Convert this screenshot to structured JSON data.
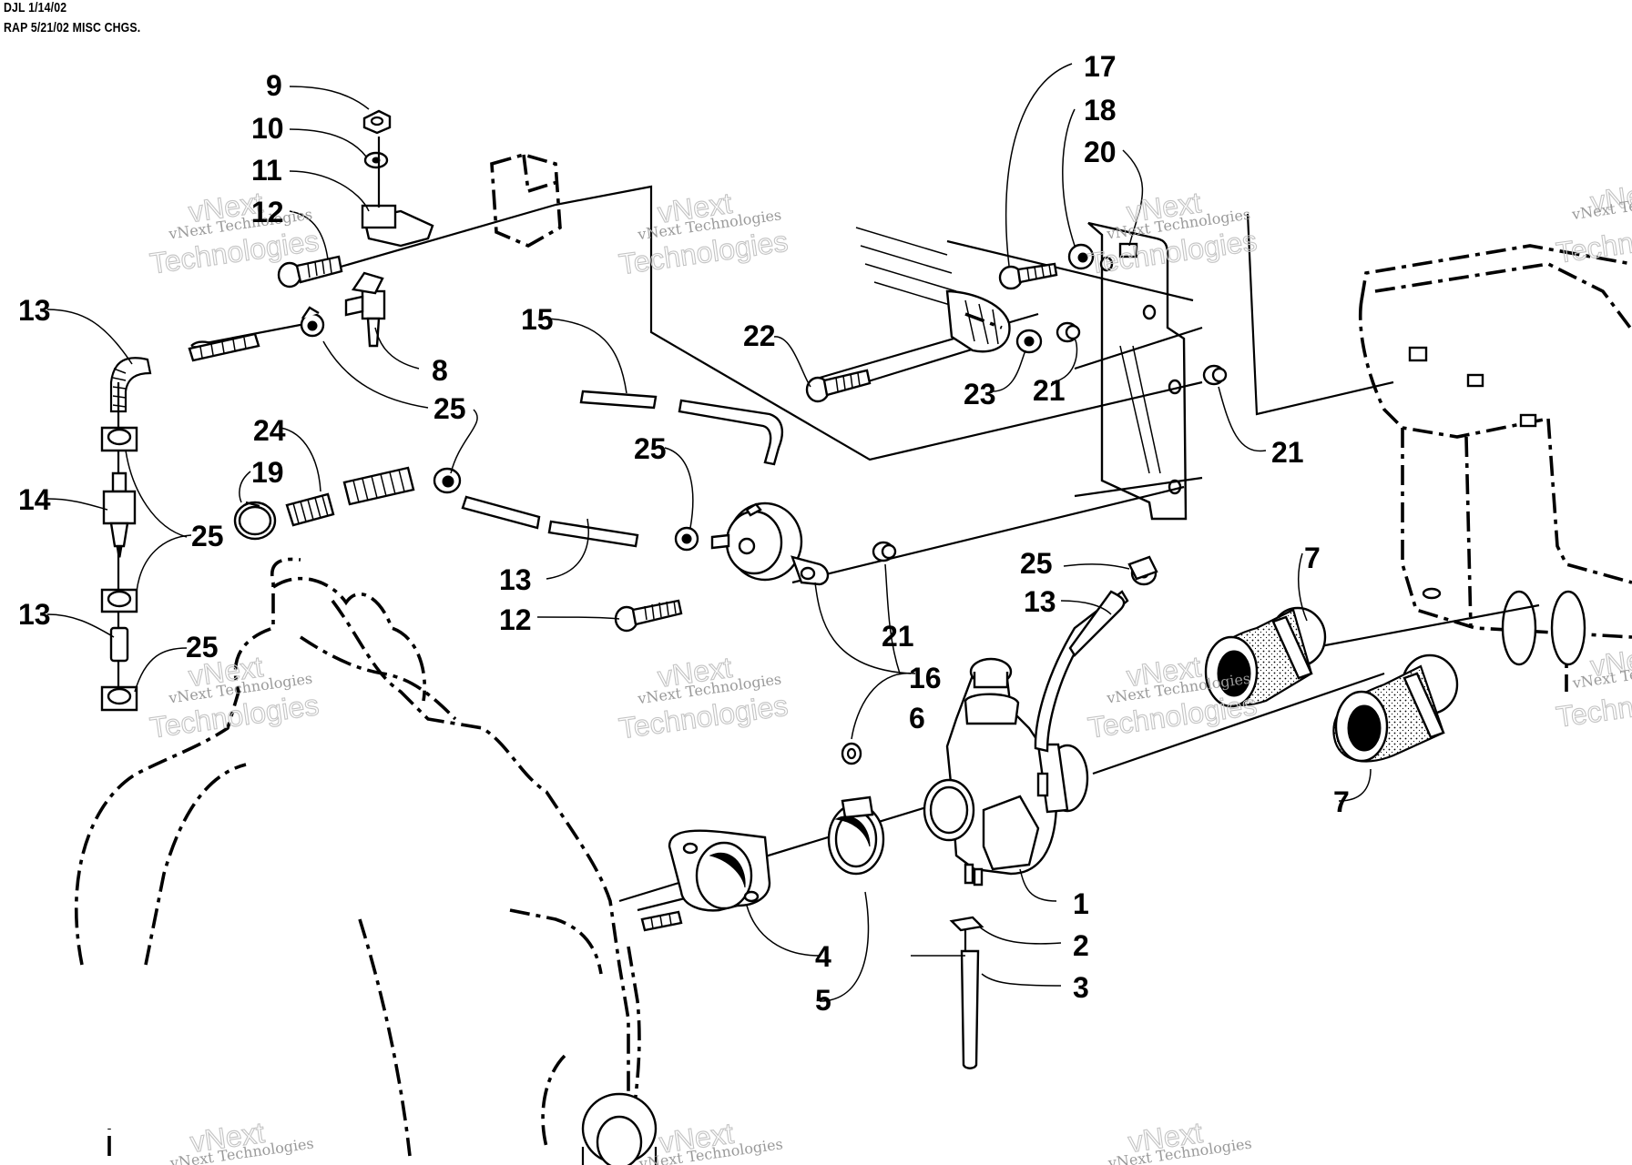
{
  "header": {
    "line1": "DJL 1/14/02",
    "line2": "RAP 5/21/02 MISC CHGS."
  },
  "watermark": {
    "line1": "vNext Technologies",
    "line2": "vNext",
    "line3": "Technologies"
  },
  "callouts": {
    "c1": "1",
    "c2": "2",
    "c3": "3",
    "c4": "4",
    "c5": "5",
    "c6": "6",
    "c7a": "7",
    "c7b": "7",
    "c8": "8",
    "c9": "9",
    "c10": "10",
    "c11": "11",
    "c12a": "12",
    "c12b": "12",
    "c13a": "13",
    "c13b": "13",
    "c13c": "13",
    "c13d": "13",
    "c14": "14",
    "c15": "15",
    "c16": "16",
    "c17": "17",
    "c18": "18",
    "c19": "19",
    "c20": "20",
    "c21a": "21",
    "c21b": "21",
    "c21c": "21",
    "c22": "22",
    "c23": "23",
    "c24": "24",
    "c25a": "25",
    "c25b": "25",
    "c25c": "25",
    "c25d": "25",
    "c25e": "25"
  }
}
